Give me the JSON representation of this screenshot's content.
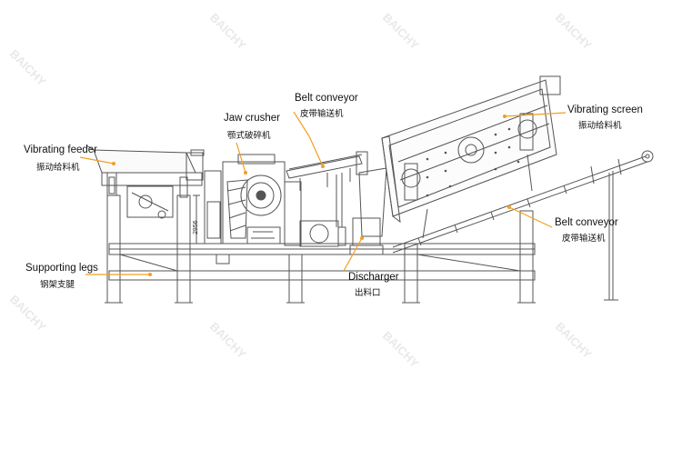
{
  "labels": {
    "vibrating_feeder": {
      "en": "Vibrating feeder",
      "zh": "振动给料机"
    },
    "jaw_crusher": {
      "en": "Jaw crusher",
      "zh": "颚式破碎机"
    },
    "belt_conveyor_top": {
      "en": "Belt conveyor",
      "zh": "皮带输送机"
    },
    "vibrating_screen": {
      "en": "Vibrating screen",
      "zh": "振动给料机"
    },
    "belt_conveyor_right": {
      "en": "Belt conveyor",
      "zh": "皮带输送机"
    },
    "supporting_legs": {
      "en": "Supporting legs",
      "zh": "钢架支腿"
    },
    "discharger": {
      "en": "Discharger",
      "zh": "出料口"
    }
  },
  "dimension_text": "2956",
  "watermark_text": "BAICHY",
  "colors": {
    "line": "#555555",
    "leader": "#f0a020",
    "watermark": "#e6e6e6"
  }
}
